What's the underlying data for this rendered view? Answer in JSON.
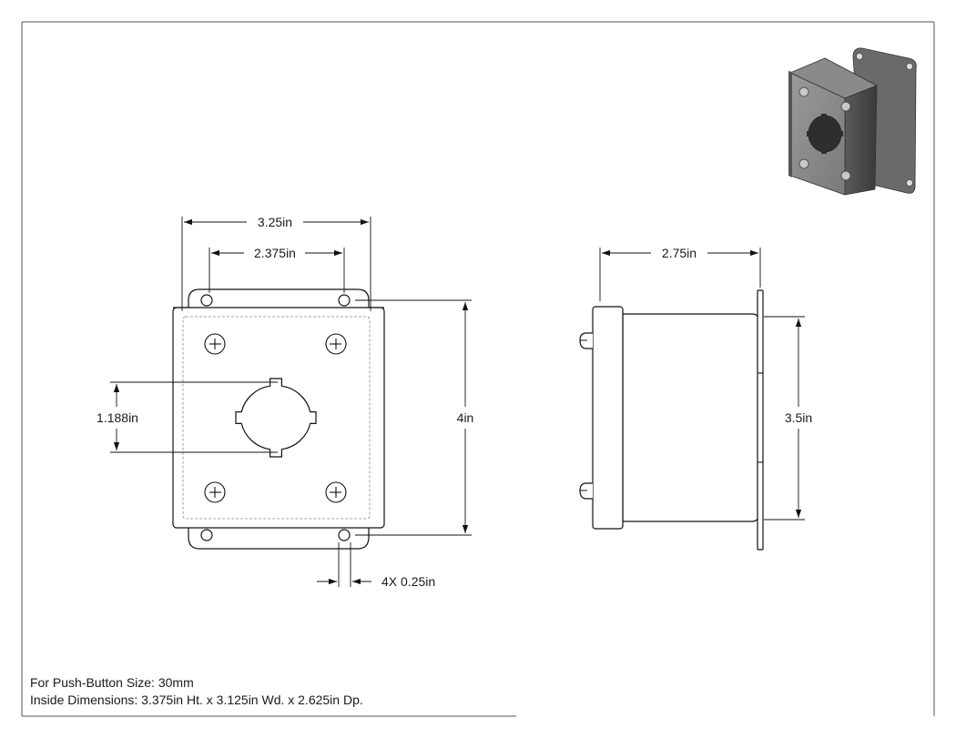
{
  "dimensions": {
    "front_width": "3.25in",
    "front_hole_spacing": "2.375in",
    "front_height": "4in",
    "button_hole": "1.188in",
    "mount_hole": "4X 0.25in",
    "side_depth": "2.75in",
    "side_height": "3.5in"
  },
  "notes": {
    "button_size": "For Push-Button Size: 30mm",
    "inside_dimensions": "Inside Dimensions: 3.375in Ht. x 3.125in Wd. x 2.625in Dp."
  }
}
